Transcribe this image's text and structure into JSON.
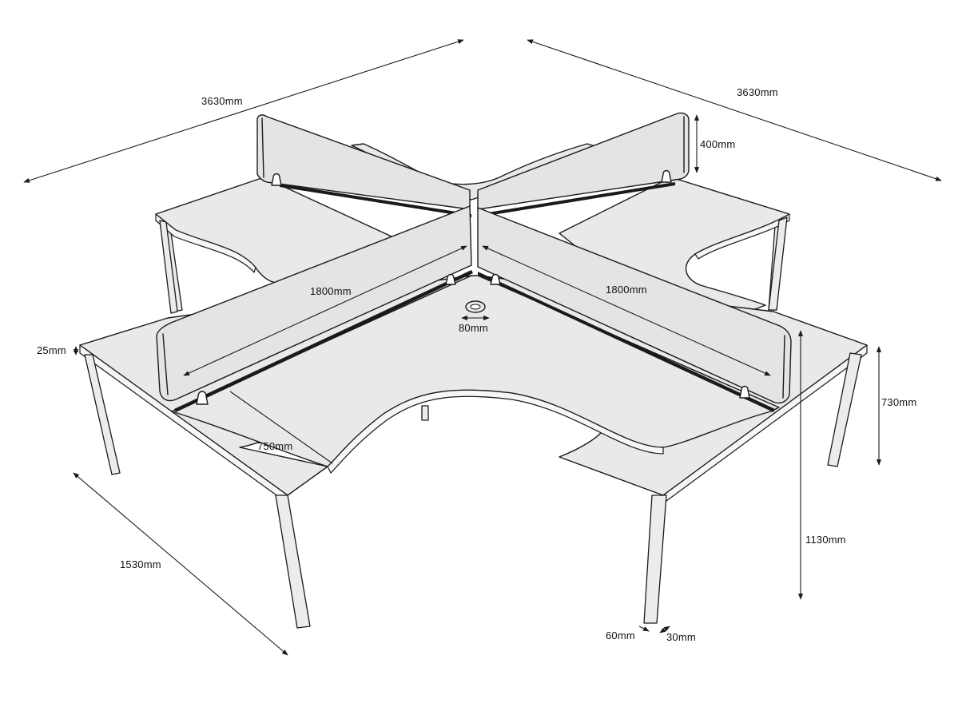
{
  "dimensions": {
    "width_left": "3630mm",
    "width_right": "3630mm",
    "screen_height": "400mm",
    "screen_length_left": "1800mm",
    "screen_length_right": "1800mm",
    "cable_port": "80mm",
    "top_thickness": "25mm",
    "desk_depth": "750mm",
    "desk_height": "730mm",
    "overall_height": "1130mm",
    "depth": "1530mm",
    "leg_width": "60mm",
    "leg_depth": "30mm"
  }
}
